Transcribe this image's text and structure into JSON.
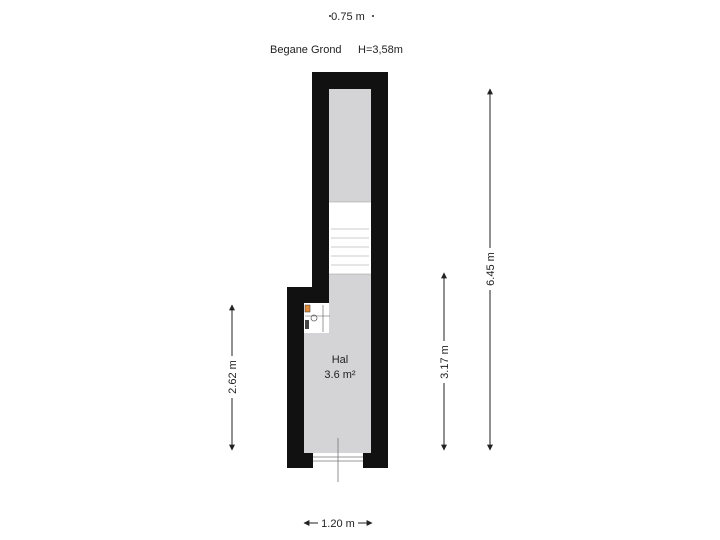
{
  "floor": {
    "name": "Begane Grond",
    "height": "H=3,58m"
  },
  "room": {
    "name": "Hal",
    "area": "3.6 m²"
  },
  "dimensions": {
    "top_width": "0.75 m",
    "bottom_width": "1.20 m",
    "left_height": "2.62 m",
    "right_inner_height": "3.17 m",
    "right_outer_height": "6.45 m"
  },
  "colors": {
    "wall": "#111111",
    "floor": "#d4d4d6",
    "stair": "#ffffff",
    "dimension_line": "#222222"
  }
}
